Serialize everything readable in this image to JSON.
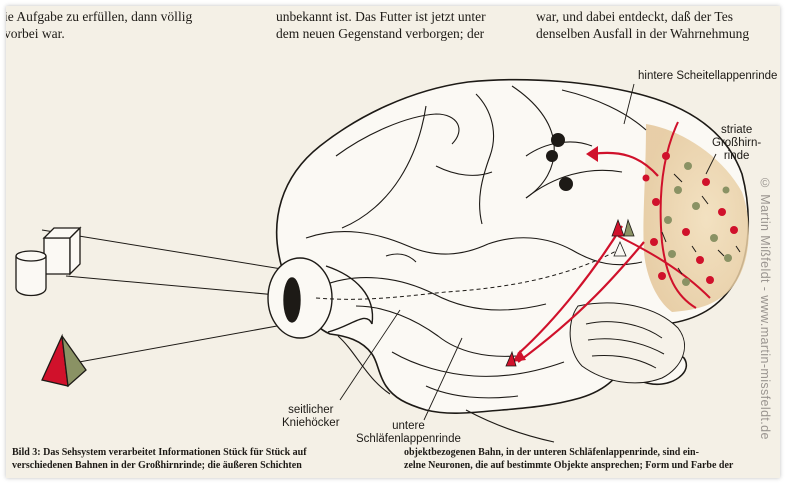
{
  "top_text": {
    "col1": [
      "ie Aufgabe zu erfüllen, dann völlig",
      "vorbei war."
    ],
    "col2": [
      "unbekannt ist. Das Futter ist jetzt unter",
      "dem neuen Gegenstand verborgen; der"
    ],
    "col3": [
      "war, und dabei entdeckt, daß der Tes",
      "denselben Ausfall in der Wahrnehmung"
    ]
  },
  "labels": {
    "parietal": "hintere Scheitellappenrinde",
    "striate": [
      "striate",
      "Großhirn-",
      "rinde"
    ],
    "lgn": [
      "seitlicher",
      "Kniehöcker"
    ],
    "temporal": [
      "untere",
      "Schläfenlappenrinde"
    ]
  },
  "copyright": "© Martin Mißfeldt - www.martin-missfeldt.de",
  "caption": {
    "col1": [
      "Bild 3: Das Sehsystem verarbeitet Informationen Stück für Stück auf",
      "verschiedenen Bahnen in der Großhirnrinde; die äußeren Schichten"
    ],
    "col2": [
      "objektbezogenen Bahn, in der unteren Schläfenlappenrinde, sind ein-",
      "zelne Neuronen, die auf bestimmte Objekte ansprechen; Form und Farbe der"
    ]
  },
  "colors": {
    "accent_red": "#d0112b",
    "paper": "#f4f0e6",
    "ink": "#1d1a16",
    "olive": "#8a9264"
  },
  "icons": [
    "cube-icon",
    "cylinder-icon",
    "pyramid-icon"
  ]
}
